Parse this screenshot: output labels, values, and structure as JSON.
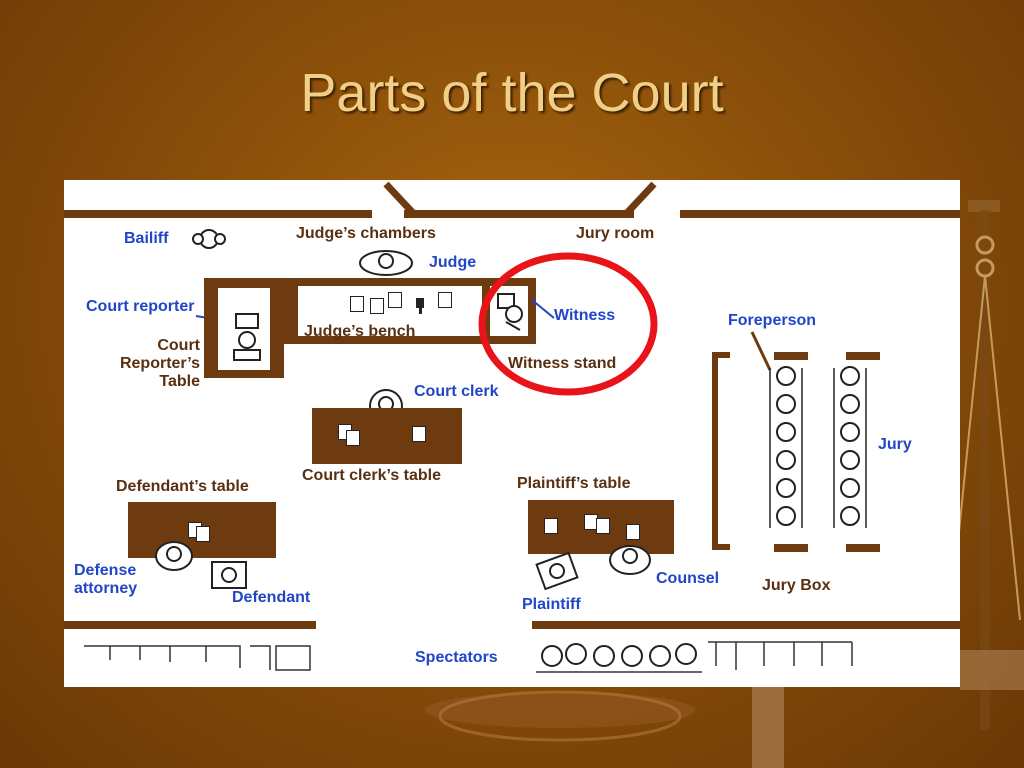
{
  "title": "Parts of the Court",
  "labels": {
    "bailiff": "Bailiff",
    "judges_chambers": "Judge’s chambers",
    "jury_room": "Jury room",
    "judge": "Judge",
    "court_reporter": "Court reporter",
    "court_reporters_table": "Court\nReporter’s\nTable",
    "judges_bench": "Judge’s bench",
    "witness": "Witness",
    "witness_stand": "Witness stand",
    "foreperson": "Foreperson",
    "court_clerk": "Court clerk",
    "court_clerks_table": "Court clerk’s table",
    "jury": "Jury",
    "defendants_table": "Defendant’s table",
    "plaintiffs_table": "Plaintiff’s table",
    "defense_attorney": "Defense\nattorney",
    "defendant": "Defendant",
    "counsel": "Counsel",
    "plaintiff": "Plaintiff",
    "jury_box": "Jury Box",
    "spectators": "Spectators"
  },
  "highlight": {
    "target": "witness_stand",
    "color": "#e8141a"
  },
  "colors": {
    "furniture": "#6e3b11",
    "label_blue": "#2146c8",
    "label_dark": "#5a3010",
    "title": "#f1cf86"
  }
}
